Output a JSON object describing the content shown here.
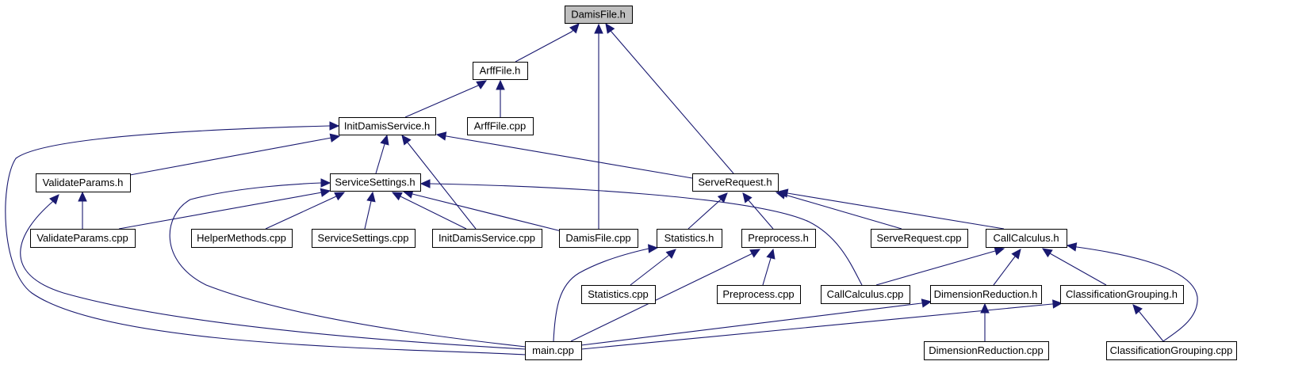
{
  "diagram": {
    "kind": "include-dependency-graph",
    "colors": {
      "edge": "#191970",
      "node_border": "#000000",
      "node_fill": "#ffffff",
      "root_fill": "#bfbfbf",
      "text": "#000000",
      "background": "#ffffff"
    },
    "nodes": [
      {
        "id": "damisfile_h",
        "label": "DamisFile.h",
        "root": true
      },
      {
        "id": "arfffile_h",
        "label": "ArffFile.h"
      },
      {
        "id": "initdamisservice_h",
        "label": "InitDamisService.h"
      },
      {
        "id": "arfffile_cpp",
        "label": "ArffFile.cpp"
      },
      {
        "id": "validateparams_h",
        "label": "ValidateParams.h"
      },
      {
        "id": "servicesettings_h",
        "label": "ServiceSettings.h"
      },
      {
        "id": "serverequest_h",
        "label": "ServeRequest.h"
      },
      {
        "id": "validateparams_cpp",
        "label": "ValidateParams.cpp"
      },
      {
        "id": "helpermethods_cpp",
        "label": "HelperMethods.cpp"
      },
      {
        "id": "servicesettings_cpp",
        "label": "ServiceSettings.cpp"
      },
      {
        "id": "initdamisservice_cpp",
        "label": "InitDamisService.cpp"
      },
      {
        "id": "damisfile_cpp",
        "label": "DamisFile.cpp"
      },
      {
        "id": "statistics_h",
        "label": "Statistics.h"
      },
      {
        "id": "preprocess_h",
        "label": "Preprocess.h"
      },
      {
        "id": "serverequest_cpp",
        "label": "ServeRequest.cpp"
      },
      {
        "id": "callcalculus_h",
        "label": "CallCalculus.h"
      },
      {
        "id": "statistics_cpp",
        "label": "Statistics.cpp"
      },
      {
        "id": "preprocess_cpp",
        "label": "Preprocess.cpp"
      },
      {
        "id": "callcalculus_cpp",
        "label": "CallCalculus.cpp"
      },
      {
        "id": "dimensionreduction_h",
        "label": "DimensionReduction.h"
      },
      {
        "id": "classificationgrouping_h",
        "label": "ClassificationGrouping.h"
      },
      {
        "id": "main_cpp",
        "label": "main.cpp"
      },
      {
        "id": "dimensionreduction_cpp",
        "label": "DimensionReduction.cpp"
      },
      {
        "id": "classificationgrouping_cpp",
        "label": "ClassificationGrouping.cpp"
      }
    ],
    "edges": [
      {
        "from": "arfffile_h",
        "to": "damisfile_h"
      },
      {
        "from": "damisfile_cpp",
        "to": "damisfile_h"
      },
      {
        "from": "serverequest_h",
        "to": "damisfile_h"
      },
      {
        "from": "initdamisservice_h",
        "to": "arfffile_h"
      },
      {
        "from": "arfffile_cpp",
        "to": "arfffile_h"
      },
      {
        "from": "main_cpp",
        "to": "initdamisservice_h"
      },
      {
        "from": "validateparams_h",
        "to": "initdamisservice_h"
      },
      {
        "from": "servicesettings_h",
        "to": "initdamisservice_h"
      },
      {
        "from": "initdamisservice_cpp",
        "to": "initdamisservice_h"
      },
      {
        "from": "serverequest_h",
        "to": "initdamisservice_h"
      },
      {
        "from": "validateparams_cpp",
        "to": "validateparams_h"
      },
      {
        "from": "main_cpp",
        "to": "validateparams_h"
      },
      {
        "from": "main_cpp",
        "to": "servicesettings_h"
      },
      {
        "from": "validateparams_cpp",
        "to": "servicesettings_h"
      },
      {
        "from": "helpermethods_cpp",
        "to": "servicesettings_h"
      },
      {
        "from": "servicesettings_cpp",
        "to": "servicesettings_h"
      },
      {
        "from": "initdamisservice_cpp",
        "to": "servicesettings_h"
      },
      {
        "from": "damisfile_cpp",
        "to": "servicesettings_h"
      },
      {
        "from": "callcalculus_cpp",
        "to": "servicesettings_h"
      },
      {
        "from": "statistics_h",
        "to": "serverequest_h"
      },
      {
        "from": "preprocess_h",
        "to": "serverequest_h"
      },
      {
        "from": "serverequest_cpp",
        "to": "serverequest_h"
      },
      {
        "from": "callcalculus_h",
        "to": "serverequest_h"
      },
      {
        "from": "main_cpp",
        "to": "statistics_h"
      },
      {
        "from": "statistics_cpp",
        "to": "statistics_h"
      },
      {
        "from": "main_cpp",
        "to": "preprocess_h"
      },
      {
        "from": "preprocess_cpp",
        "to": "preprocess_h"
      },
      {
        "from": "callcalculus_cpp",
        "to": "callcalculus_h"
      },
      {
        "from": "dimensionreduction_h",
        "to": "callcalculus_h"
      },
      {
        "from": "classificationgrouping_h",
        "to": "callcalculus_h"
      },
      {
        "from": "classificationgrouping_cpp",
        "to": "callcalculus_h"
      },
      {
        "from": "main_cpp",
        "to": "dimensionreduction_h"
      },
      {
        "from": "dimensionreduction_cpp",
        "to": "dimensionreduction_h"
      },
      {
        "from": "main_cpp",
        "to": "classificationgrouping_h"
      },
      {
        "from": "classificationgrouping_cpp",
        "to": "classificationgrouping_h"
      }
    ]
  }
}
